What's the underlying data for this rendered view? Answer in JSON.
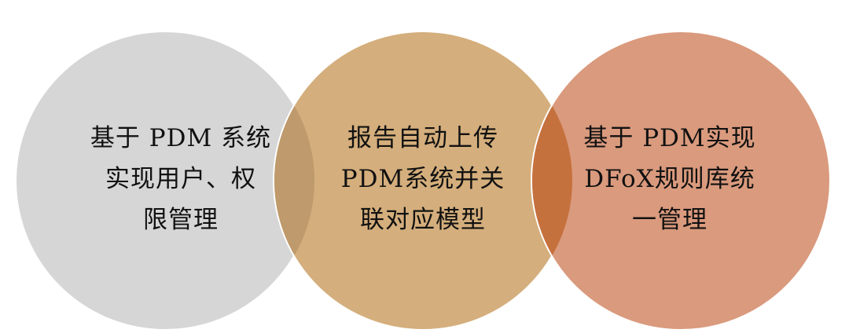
{
  "colors": {
    "circle_left": "#d6d6d6",
    "circle_mid": "#d4ae7c",
    "circle_right": "#da9a7d",
    "overlap_left_mid": "#be9a6c",
    "overlap_mid_right": "#c5713e",
    "circle_stroke": "#ffffff",
    "text": "#111111"
  },
  "circles": {
    "left": {
      "lines": [
        "基于 PDM 系统",
        "实现用户、权",
        "限管理"
      ]
    },
    "mid": {
      "lines": [
        "报告自动上传",
        "PDM系统并关",
        "联对应模型"
      ]
    },
    "right": {
      "lines": [
        "基于 PDM实现",
        "DFoX规则库统",
        "一管理"
      ]
    }
  }
}
